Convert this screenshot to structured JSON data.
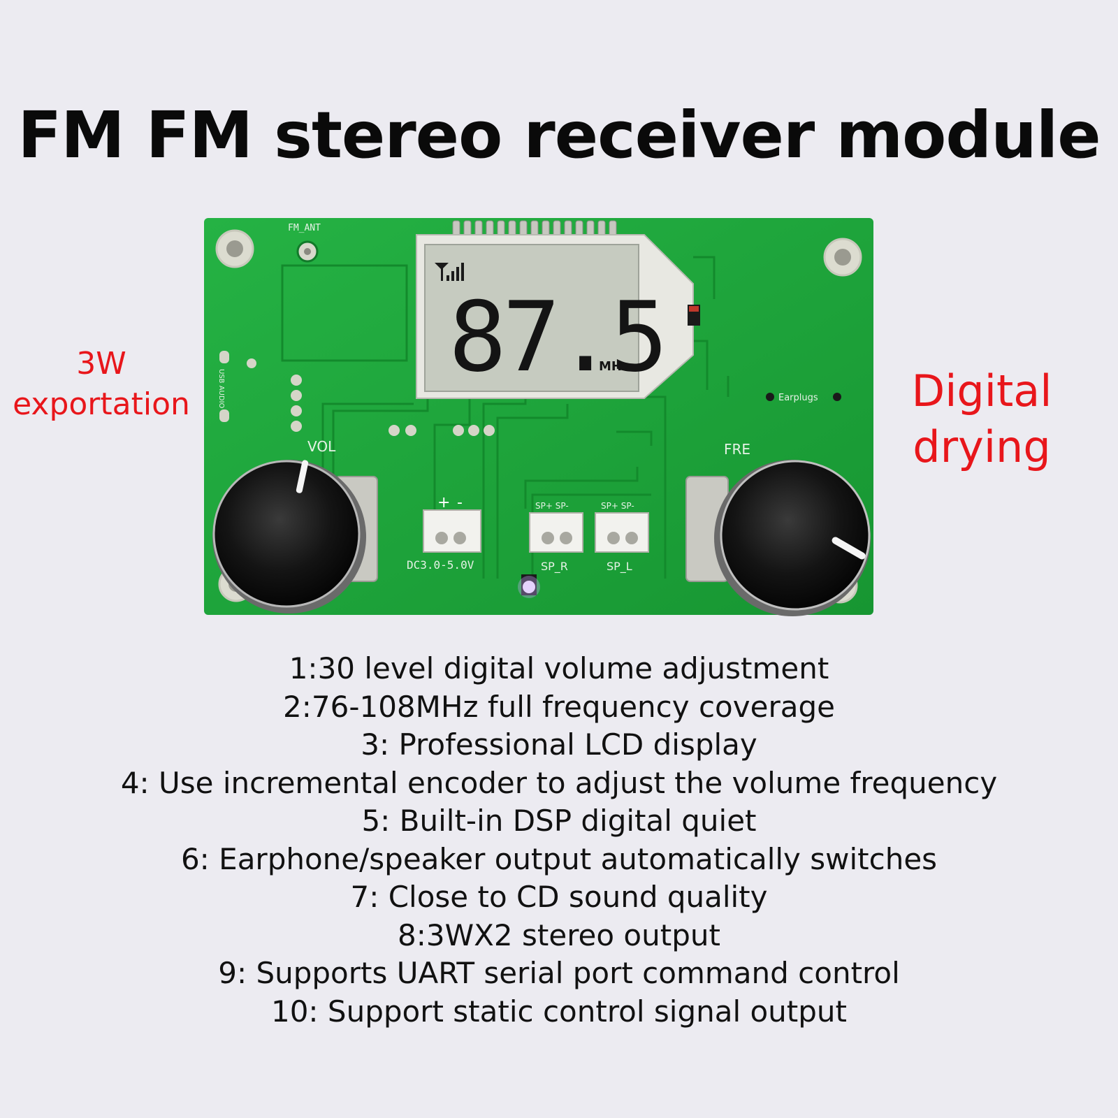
{
  "title": "FM FM stereo receiver module",
  "callouts": {
    "left": [
      "3W",
      "exportation"
    ],
    "right": [
      "Digital",
      "drying"
    ]
  },
  "board": {
    "lcd_frequency": "87.5",
    "lcd_unit": "MHz",
    "silkscreen": {
      "antenna": "FM_ANT",
      "usb": "USB AUDIO",
      "vol": "VOL",
      "fre": "FRE",
      "earplugs": "Earplugs",
      "power_label": "DC3.0-5.0V",
      "power_plus": "+",
      "power_minus": "-",
      "sp_r_label": "SP_R",
      "sp_l_label": "SP_L",
      "sp_pins": "SP+ SP-"
    },
    "colors": {
      "pcb": "#1fa83a",
      "lcd": "#cfd3c8",
      "knob": "#121212"
    }
  },
  "features": [
    "1:30 level digital volume adjustment",
    "2:76-108MHz full frequency coverage",
    "3: Professional LCD display",
    "4: Use incremental encoder to adjust the volume frequency",
    "5: Built-in DSP digital quiet",
    "6: Earphone/speaker output automatically switches",
    "7: Close to CD sound quality",
    "8:3WX2 stereo output",
    "9: Supports UART serial port command control",
    "10: Support static control signal output"
  ]
}
